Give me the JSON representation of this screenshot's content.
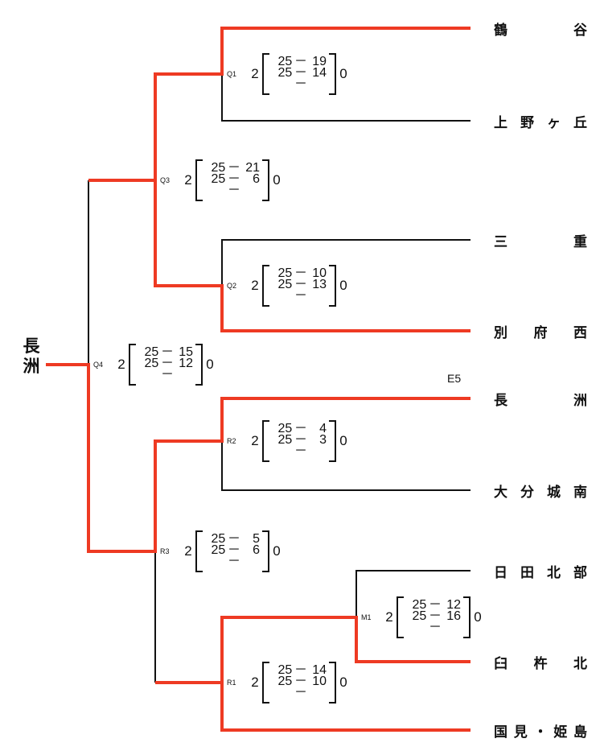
{
  "colors": {
    "winner_line": "#ee3a23",
    "loser_line": "#111111"
  },
  "champion": {
    "chars": [
      "長",
      "洲"
    ]
  },
  "teams": [
    {
      "id": "t1",
      "name": "鶴谷",
      "chars": [
        "鶴",
        "谷"
      ]
    },
    {
      "id": "t2",
      "name": "上野ヶ丘",
      "chars": [
        "上",
        "野",
        "ヶ",
        "丘"
      ]
    },
    {
      "id": "t3",
      "name": "三重",
      "chars": [
        "三",
        "重"
      ]
    },
    {
      "id": "t4",
      "name": "別府西",
      "chars": [
        "別",
        "府",
        "西"
      ]
    },
    {
      "id": "t5",
      "name": "長洲",
      "chars": [
        "長",
        "洲"
      ]
    },
    {
      "id": "t6",
      "name": "大分城南",
      "chars": [
        "大",
        "分",
        "城",
        "南"
      ]
    },
    {
      "id": "t7",
      "name": "日田北部",
      "chars": [
        "日",
        "田",
        "北",
        "部"
      ]
    },
    {
      "id": "t8",
      "name": "臼杵北",
      "chars": [
        "臼",
        "杵",
        "北"
      ]
    },
    {
      "id": "t9",
      "name": "国見・姫島",
      "chars": [
        "国",
        "見",
        "・",
        "姫",
        "島"
      ]
    }
  ],
  "seed_label": "E5",
  "matches": [
    {
      "code": "Q1",
      "winner_sets": "2",
      "loser_sets": "0",
      "sets": [
        [
          "25",
          "19"
        ],
        [
          "25",
          "14"
        ],
        [
          "",
          ""
        ]
      ],
      "dash": "－",
      "winner": "鶴谷"
    },
    {
      "code": "Q2",
      "winner_sets": "2",
      "loser_sets": "0",
      "sets": [
        [
          "25",
          "10"
        ],
        [
          "25",
          "13"
        ],
        [
          "",
          ""
        ]
      ],
      "dash": "－",
      "winner": "別府西"
    },
    {
      "code": "Q3",
      "winner_sets": "2",
      "loser_sets": "0",
      "sets": [
        [
          "25",
          "21"
        ],
        [
          "25",
          "6"
        ],
        [
          "",
          ""
        ]
      ],
      "dash": "－",
      "winner": "鶴谷"
    },
    {
      "code": "Q4",
      "winner_sets": "2",
      "loser_sets": "0",
      "sets": [
        [
          "25",
          "15"
        ],
        [
          "25",
          "12"
        ],
        [
          "",
          ""
        ]
      ],
      "dash": "－",
      "winner": "長洲"
    },
    {
      "code": "R2",
      "winner_sets": "2",
      "loser_sets": "0",
      "sets": [
        [
          "25",
          "4"
        ],
        [
          "25",
          "3"
        ],
        [
          "",
          ""
        ]
      ],
      "dash": "－",
      "winner": "長洲"
    },
    {
      "code": "R3",
      "winner_sets": "2",
      "loser_sets": "0",
      "sets": [
        [
          "25",
          "5"
        ],
        [
          "25",
          "6"
        ],
        [
          "",
          ""
        ]
      ],
      "dash": "－",
      "winner": "長洲"
    },
    {
      "code": "M1",
      "winner_sets": "2",
      "loser_sets": "0",
      "sets": [
        [
          "25",
          "12"
        ],
        [
          "25",
          "16"
        ],
        [
          "",
          ""
        ]
      ],
      "dash": "－",
      "winner": "臼杵北"
    },
    {
      "code": "R1",
      "winner_sets": "2",
      "loser_sets": "0",
      "sets": [
        [
          "25",
          "14"
        ],
        [
          "25",
          "10"
        ],
        [
          "",
          ""
        ]
      ],
      "dash": "－",
      "winner": "国見・姫島"
    }
  ]
}
